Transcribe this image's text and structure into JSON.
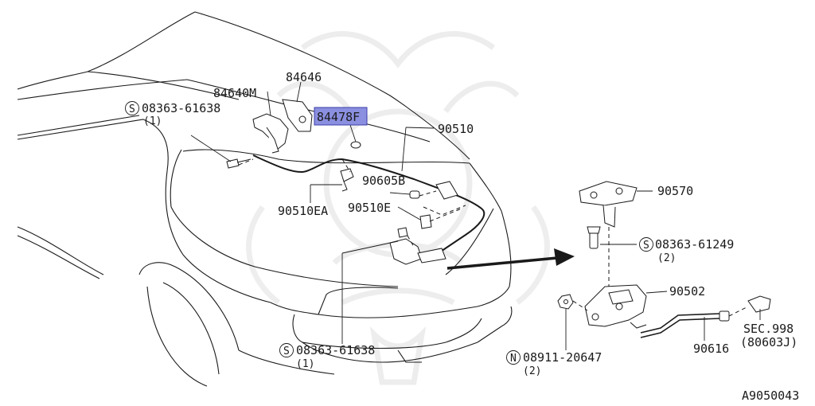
{
  "diagram_id": "A9050043",
  "callouts": {
    "c_84646": "84646",
    "c_84640M": "84640M",
    "c_84478F": "84478F",
    "c_90510": "90510",
    "c_90605B": "90605B",
    "c_90510EA": "90510EA",
    "c_90510E": "90510E",
    "c_90570": "90570",
    "c_90502": "90502",
    "c_90616": "90616",
    "s_bolt_top": "08363-61638",
    "s_bolt_top_qty": "(1)",
    "s_bolt_bottom": "08363-61638",
    "s_bolt_bottom_qty": "(1)",
    "s_bolt_right": "08363-61249",
    "s_bolt_right_qty": "(2)",
    "n_nut": "08911-20647",
    "n_nut_qty": "(2)",
    "sec_ref": "SEC.998",
    "sec_ref_part": "(80603J)",
    "symbol_s": "S",
    "symbol_n": "N"
  },
  "highlighted_callout": "84478F",
  "colors": {
    "highlight": "#8a8fe0",
    "ink": "#1a1a1a",
    "watermark": "#ececec"
  }
}
